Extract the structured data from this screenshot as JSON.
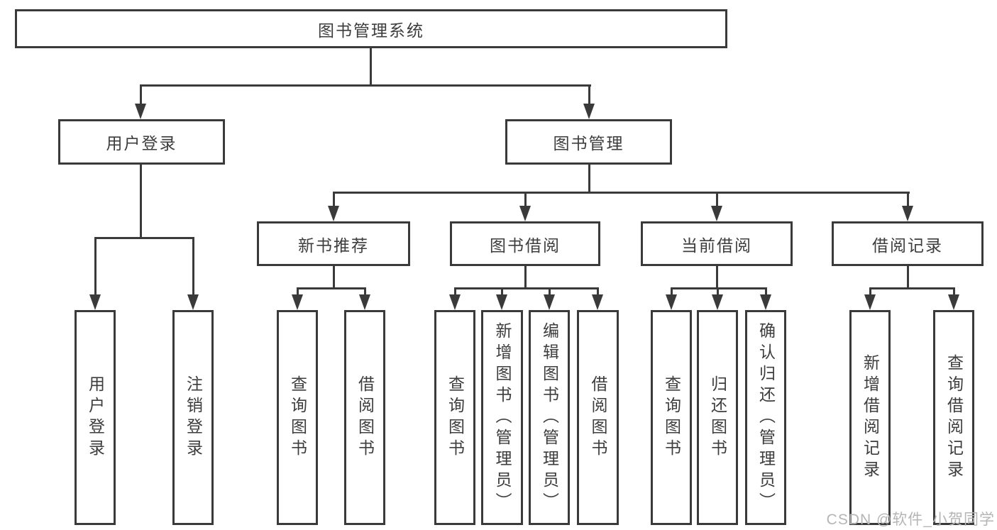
{
  "tree": {
    "label": "图书管理系统",
    "children": [
      {
        "label": "用户登录",
        "children": [
          {
            "label": "用户登录"
          },
          {
            "label": "注销登录"
          }
        ]
      },
      {
        "label": "图书管理",
        "children": [
          {
            "label": "新书推荐",
            "children": [
              {
                "label": "查询图书"
              },
              {
                "label": "借阅图书"
              }
            ]
          },
          {
            "label": "图书借阅",
            "children": [
              {
                "label": "查询图书"
              },
              {
                "label": "新增图书（管理员）"
              },
              {
                "label": "编辑图书（管理员）"
              },
              {
                "label": "借阅图书"
              }
            ]
          },
          {
            "label": "当前借阅",
            "children": [
              {
                "label": "查询图书"
              },
              {
                "label": "归还图书"
              },
              {
                "label": "确认归还（管理员）"
              }
            ]
          },
          {
            "label": "借阅记录",
            "children": [
              {
                "label": "新增借阅记录"
              },
              {
                "label": "查询借阅记录"
              }
            ]
          }
        ]
      }
    ]
  },
  "watermark": {
    "text": "CSDN @软件_小贺同学"
  },
  "colors": {
    "line": "#3a3a3a",
    "box_background": "#ffffff",
    "text": "#3d3d3d",
    "watermark": "#b5b5b5"
  }
}
